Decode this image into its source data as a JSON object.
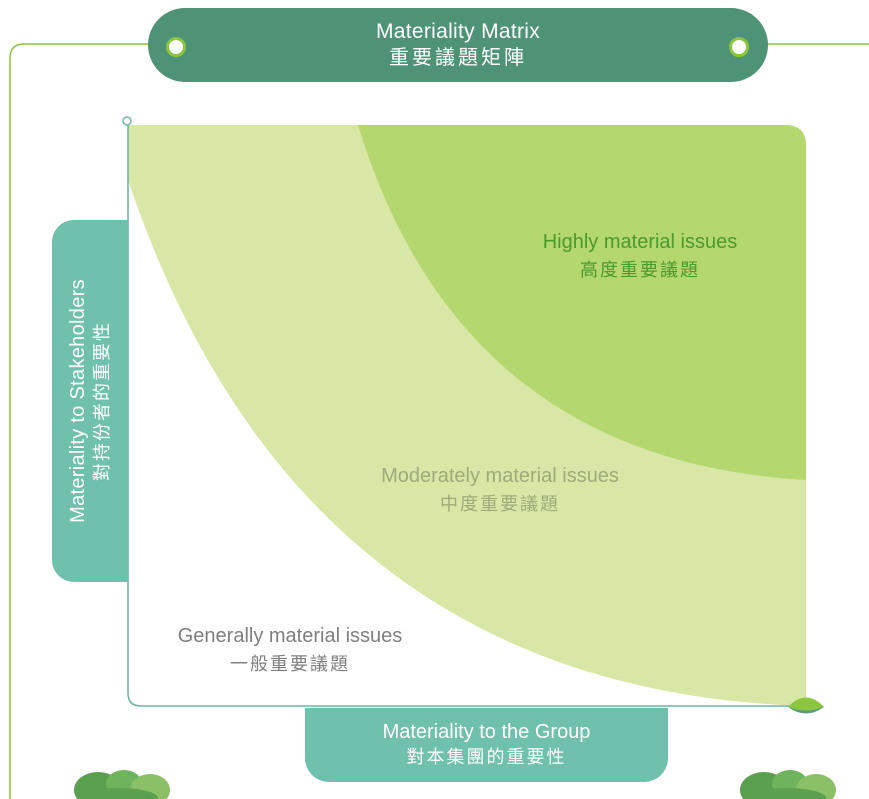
{
  "title": {
    "en": "Materiality Matrix",
    "zh": "重要議題矩陣"
  },
  "y_axis": {
    "en": "Materiality to Stakeholders",
    "zh": "對持份者的重要性"
  },
  "x_axis": {
    "en": "Materiality to the Group",
    "zh": "對本集團的重要性"
  },
  "zones": {
    "high": {
      "en": "Highly material issues",
      "zh": "高度重要議題"
    },
    "moderate": {
      "en": "Moderately material issues",
      "zh": "中度重要議題"
    },
    "general": {
      "en": "Generally material issues",
      "zh": "一般重要議題"
    }
  },
  "colors": {
    "title_bg": "#4f9377",
    "axis_tab_bg": "#6fc0ac",
    "frame_line": "#8cc63f",
    "high_zone": "#b5d76f",
    "moderate_zone": "#d8e7a5",
    "axis_line": "#6fb5a3"
  }
}
